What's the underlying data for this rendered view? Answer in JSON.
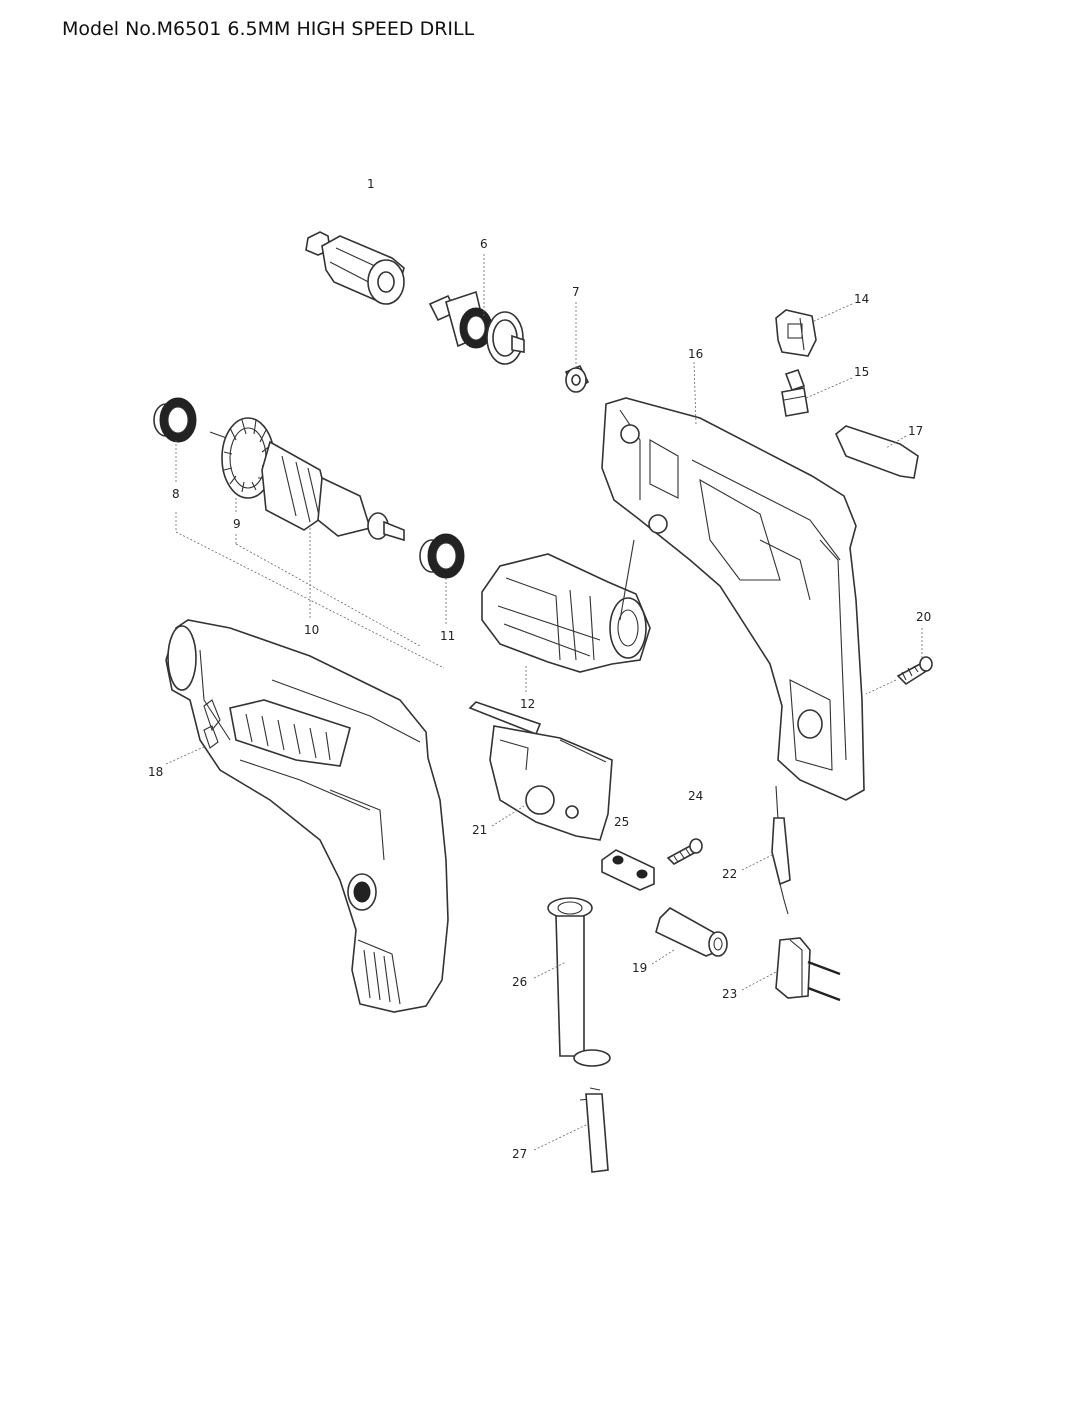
{
  "title": "Model No.M6501 6.5MM HIGH SPEED DRILL",
  "parts": [
    {
      "id": "1",
      "label": "1"
    },
    {
      "id": "6",
      "label": "6"
    },
    {
      "id": "7",
      "label": "7"
    },
    {
      "id": "8",
      "label": "8"
    },
    {
      "id": "9",
      "label": "9"
    },
    {
      "id": "10",
      "label": "10"
    },
    {
      "id": "11",
      "label": "11"
    },
    {
      "id": "12",
      "label": "12"
    },
    {
      "id": "14",
      "label": "14"
    },
    {
      "id": "15",
      "label": "15"
    },
    {
      "id": "16",
      "label": "16"
    },
    {
      "id": "17",
      "label": "17"
    },
    {
      "id": "18",
      "label": "18"
    },
    {
      "id": "19",
      "label": "19"
    },
    {
      "id": "20",
      "label": "20"
    },
    {
      "id": "21",
      "label": "21"
    },
    {
      "id": "22",
      "label": "22"
    },
    {
      "id": "23",
      "label": "23"
    },
    {
      "id": "24",
      "label": "24"
    },
    {
      "id": "25",
      "label": "25"
    },
    {
      "id": "26",
      "label": "26"
    },
    {
      "id": "27",
      "label": "27"
    }
  ],
  "colors": {
    "line": "#333333",
    "text": "#222222",
    "background": "#ffffff"
  }
}
